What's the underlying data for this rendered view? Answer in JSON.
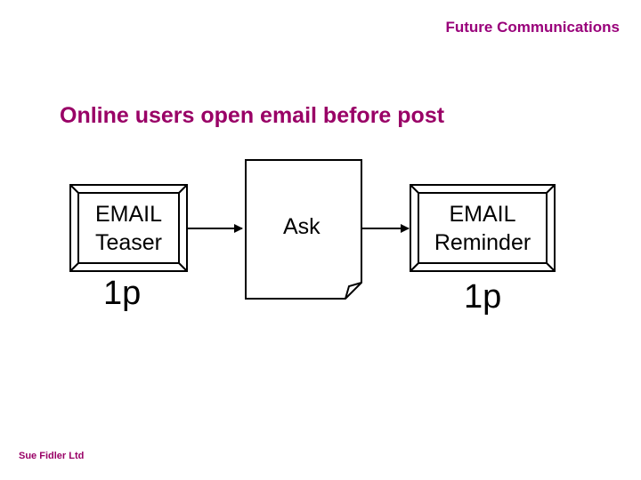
{
  "header": {
    "title": "Future Communications"
  },
  "slide": {
    "title": "Online users open email before post"
  },
  "footer": {
    "text": "Sue Fidler Ltd"
  },
  "diagram": {
    "left_box": {
      "line1": "EMAIL",
      "line2": "Teaser",
      "price": "1p"
    },
    "middle_doc": {
      "label": "Ask"
    },
    "right_box": {
      "line1": "EMAIL",
      "line2": "Reminder",
      "price": "1p"
    }
  },
  "colors": {
    "accent": "#990066",
    "line": "#000000"
  }
}
